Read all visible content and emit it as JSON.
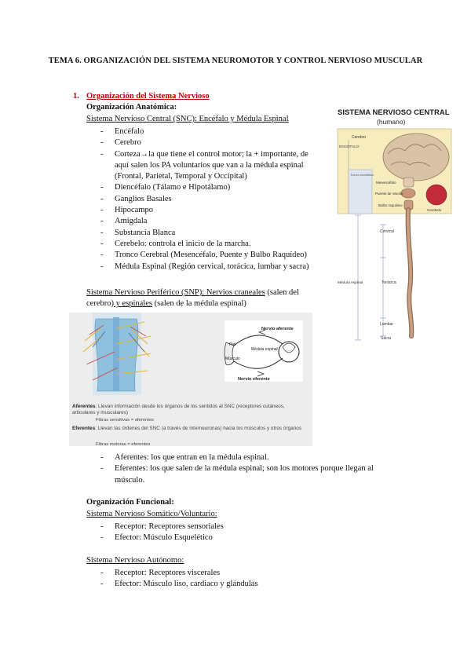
{
  "doc": {
    "title": "TEMA 6. ORGANIZACIÓN DEL SISTEMA NEUROMOTOR Y CONTROL NERVIOSO MUSCULAR",
    "section": {
      "number": "1.",
      "title": "Organización del Sistema Nervioso"
    },
    "anatomica": {
      "heading": "Organización Anatómica:",
      "snc_heading": "Sistema Nervioso Central (SNC): Encéfalo y Médula Espinal",
      "snc_items": [
        "Encéfalo",
        "Cerebro",
        "Corteza→la que tiene el control motor; la + importante, de aquí salen los PA voluntarios que van a la médula espinal (Frontal, Parietal, Temporal y Occipital)",
        "Diencéfalo (Tálamo e Hipotálamo)",
        "Ganglios Basales",
        "Hipocampo",
        "Amígdala",
        "Substancia Blanca",
        "Cerebelo: controla el inicio de la marcha.",
        "Tronco Cerebral (Mesencéfalo, Puente y Bulbo Raquídeo)",
        "Médula Espinal (Región cervical, torácica, lumbar y sacra)"
      ],
      "snp_prefix": "Sistema Nervioso Periférico (SNP): ",
      "snp_craneales": "Nervios craneales",
      "snp_mid": " (salen del",
      "snp_line2_a": "cerebro)",
      "snp_espinales": " y espinales",
      "snp_end": " (salen de la médula espinal)",
      "snp_items": [
        "Aferentes: los que entran en la médula espinal.",
        "Eferentes: los que salen de la médula espinal; son los motores porque llegan al músculo."
      ]
    },
    "figure_snc": {
      "title": "SISTEMA NERVIOSO CENTRAL",
      "subtitle": "(humano)",
      "labels": {
        "cerebro": "Cerebro",
        "encefalo": "ENCÉFALO",
        "tronco": "Tronco encefálico",
        "mesencefalo": "Mesencéfalo",
        "puente": "Puente de Varolio",
        "bulbo": "Bulbo raquídeo",
        "cerebelo": "Cerebelo",
        "cervical": "Cervical",
        "medula": "Médula espinal",
        "toracica": "Torácica",
        "lumbar": "Lumbar",
        "sacra": "Sacra"
      }
    },
    "figure_snp": {
      "nervio_aferente": "Nervio aferente",
      "nervio_eferente": "Nervio eferente",
      "piel": "Piel",
      "musculo": "Músculo",
      "medula_espinal": "Médula espinal",
      "aferentes_label": "Aferentes",
      "aferentes_text": ": Llevan información desde los órganos de los sentidos al SNC (receptores cutáneos, articulares y musculares)",
      "fibras_sensitivas": "Fibras sensitivas = aferentes",
      "eferentes_label": "Eferentes",
      "eferentes_text": ": Llevan las órdenes del SNC (a través de interneuronas) hacia los músculos y otros órganos",
      "fibras_motoras": "Fibras motoras = eferentes"
    },
    "funcional": {
      "heading": "Organización Funcional:",
      "somatico_heading": "Sistema Nervioso Somático/Voluntario:",
      "somatico_items": [
        "Receptor: Receptores sensoriales",
        "Efector: Músculo Esquelético"
      ],
      "autonomo_heading": "Sistema Nervioso Autónomo:",
      "autonomo_items": [
        "Receptor: Receptores viscerales",
        "Efector: Músculo liso, cardiaco y glándulas"
      ]
    }
  }
}
